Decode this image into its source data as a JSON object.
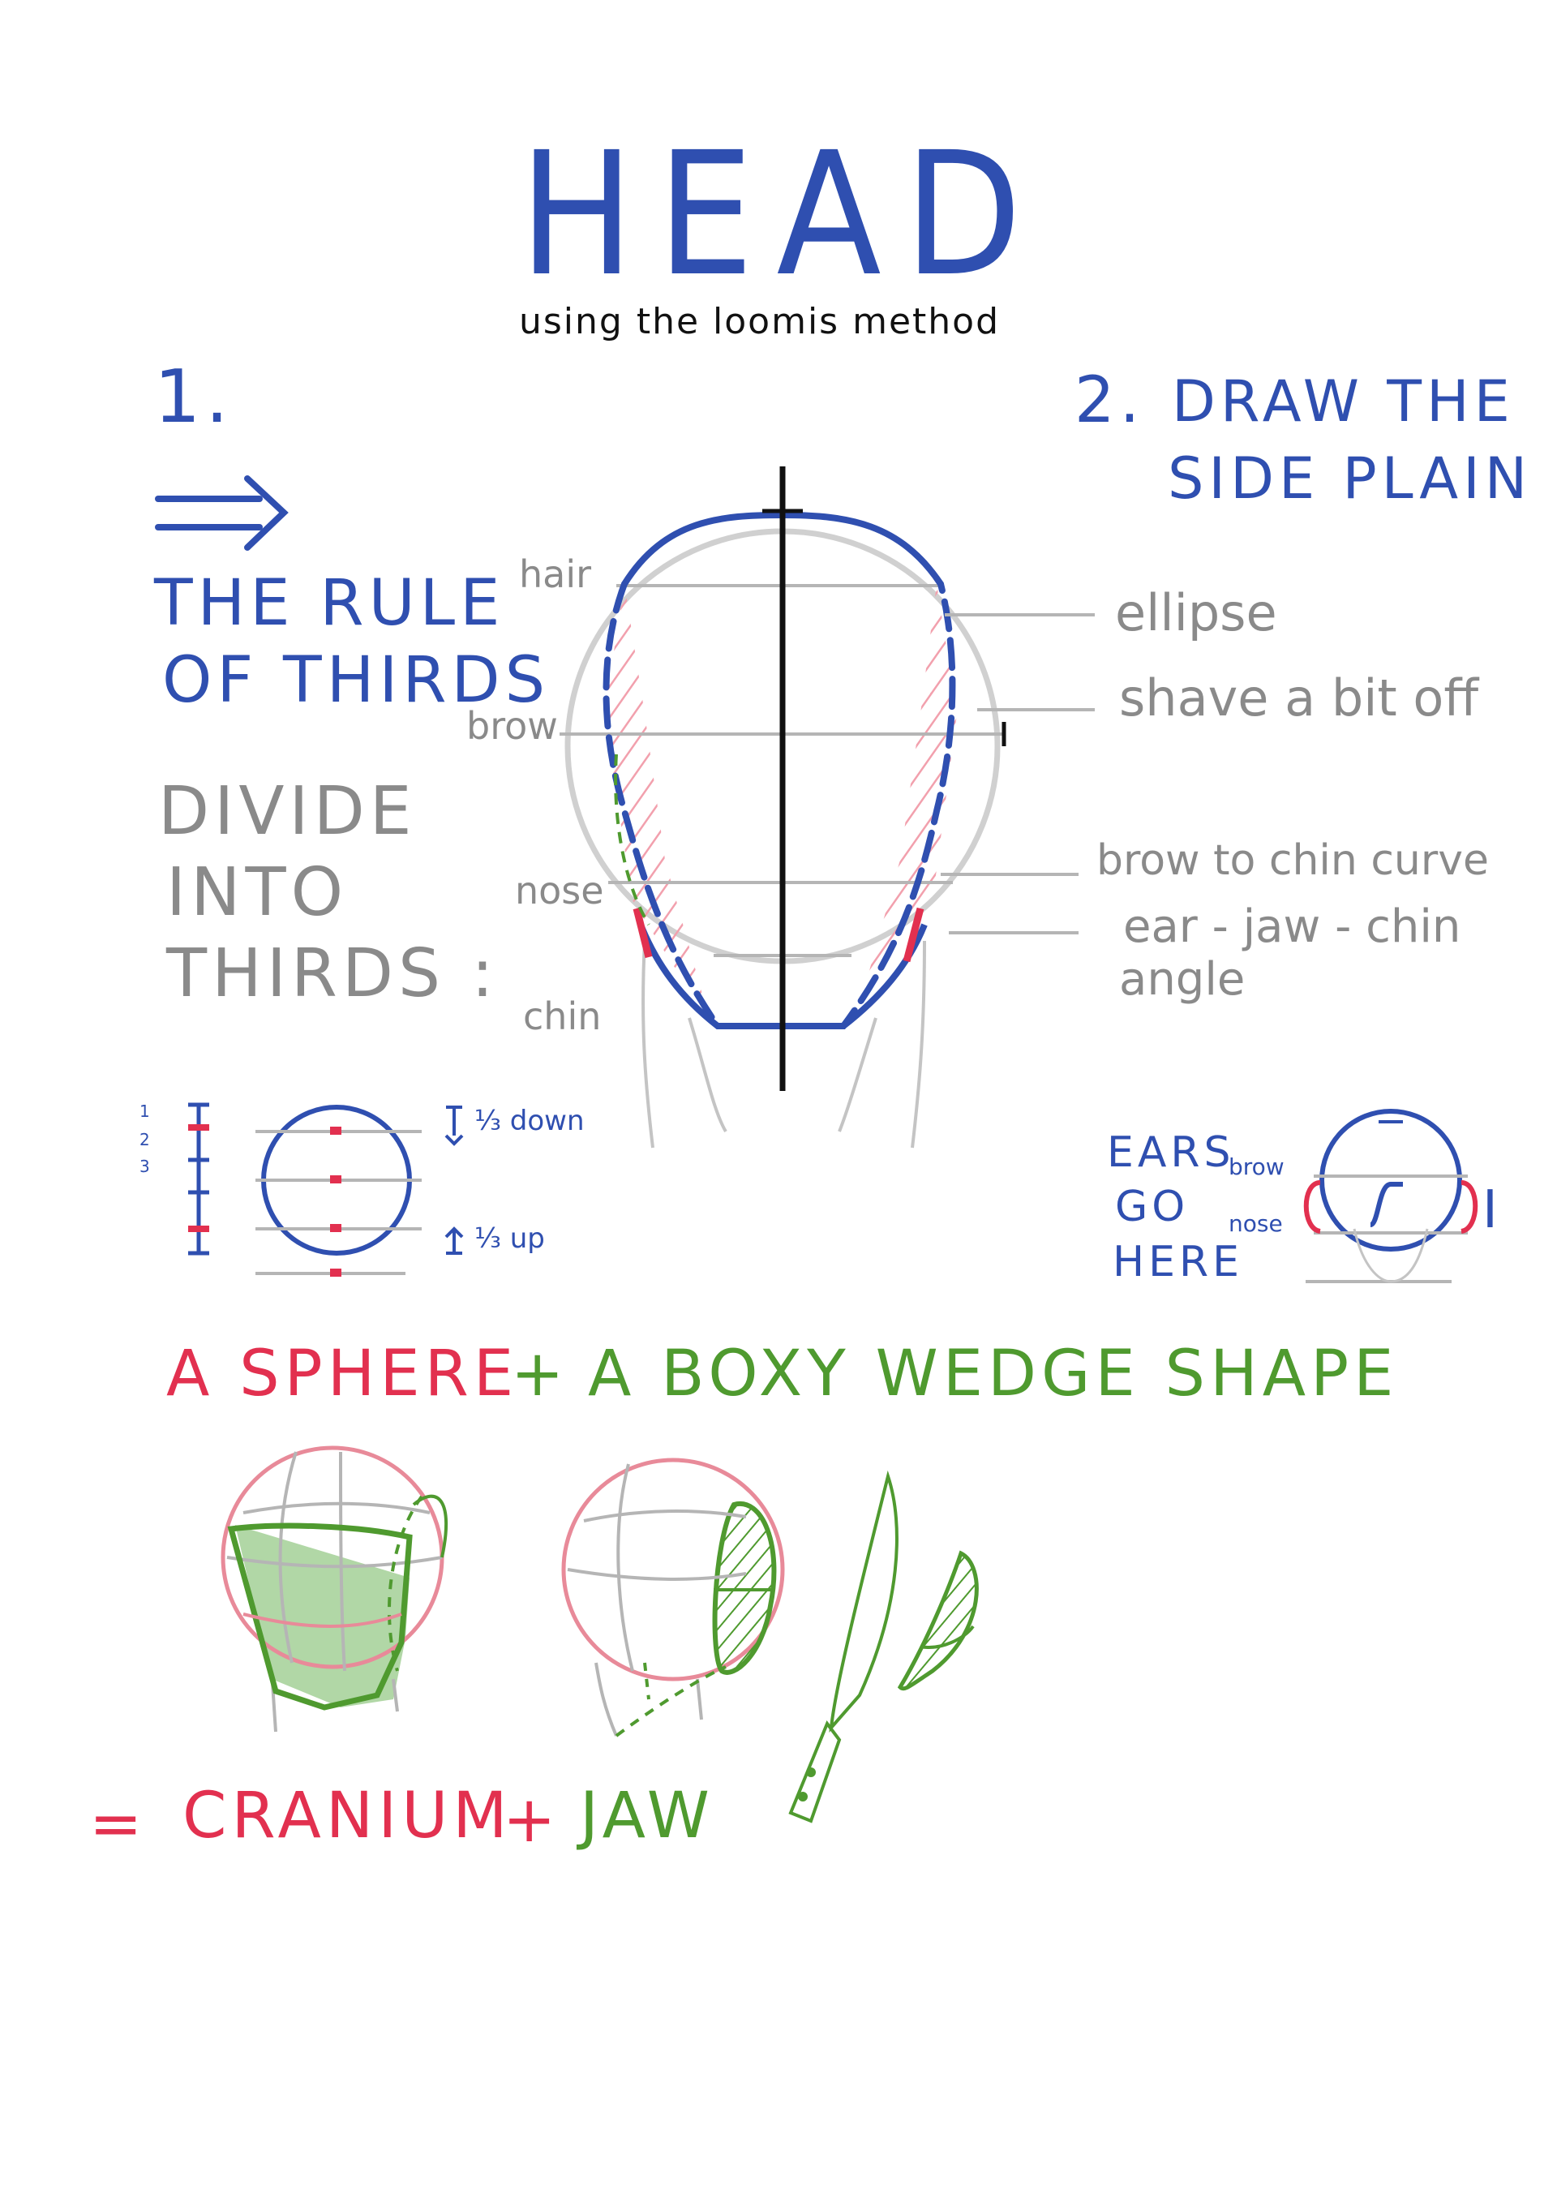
{
  "header": {
    "title": "HEAD",
    "subtitle": "using the loomis method"
  },
  "step1": {
    "number": "1.",
    "heading": [
      "THE RULE",
      "OF THIRDS"
    ],
    "instruction": [
      "DIVIDE",
      "INTO",
      "THIRDS :"
    ],
    "small_labels": {
      "down": "⅓ down",
      "up": "⅓ up",
      "ticks": [
        "1",
        "2",
        "3"
      ]
    }
  },
  "step2": {
    "number": "2.",
    "heading": [
      "DRAW THE",
      "SIDE PLAIN"
    ]
  },
  "head_guides": [
    "hair",
    "brow",
    "nose",
    "chin"
  ],
  "callouts": {
    "ellipse": "ellipse",
    "shave": "shave a bit off",
    "brow_chin": "brow to chin curve",
    "ear_jaw": [
      "ear - jaw - chin",
      "angle"
    ]
  },
  "ears": {
    "label": [
      "EARS",
      "GO",
      "HERE"
    ],
    "brow": "brow",
    "nose": "nose",
    "marker": "I"
  },
  "formula1": {
    "sphere": "A SPHERE",
    "plus": "+",
    "wedge": "A BOXY WEDGE SHAPE"
  },
  "formula2": {
    "equals": "=",
    "cranium": "CRANIUM",
    "plus": "+",
    "jaw": "JAW"
  },
  "colors": {
    "blue": "#2f4fb0",
    "red": "#e2304f",
    "green": "#4f9a2f",
    "grey": "#8a8a8a"
  }
}
